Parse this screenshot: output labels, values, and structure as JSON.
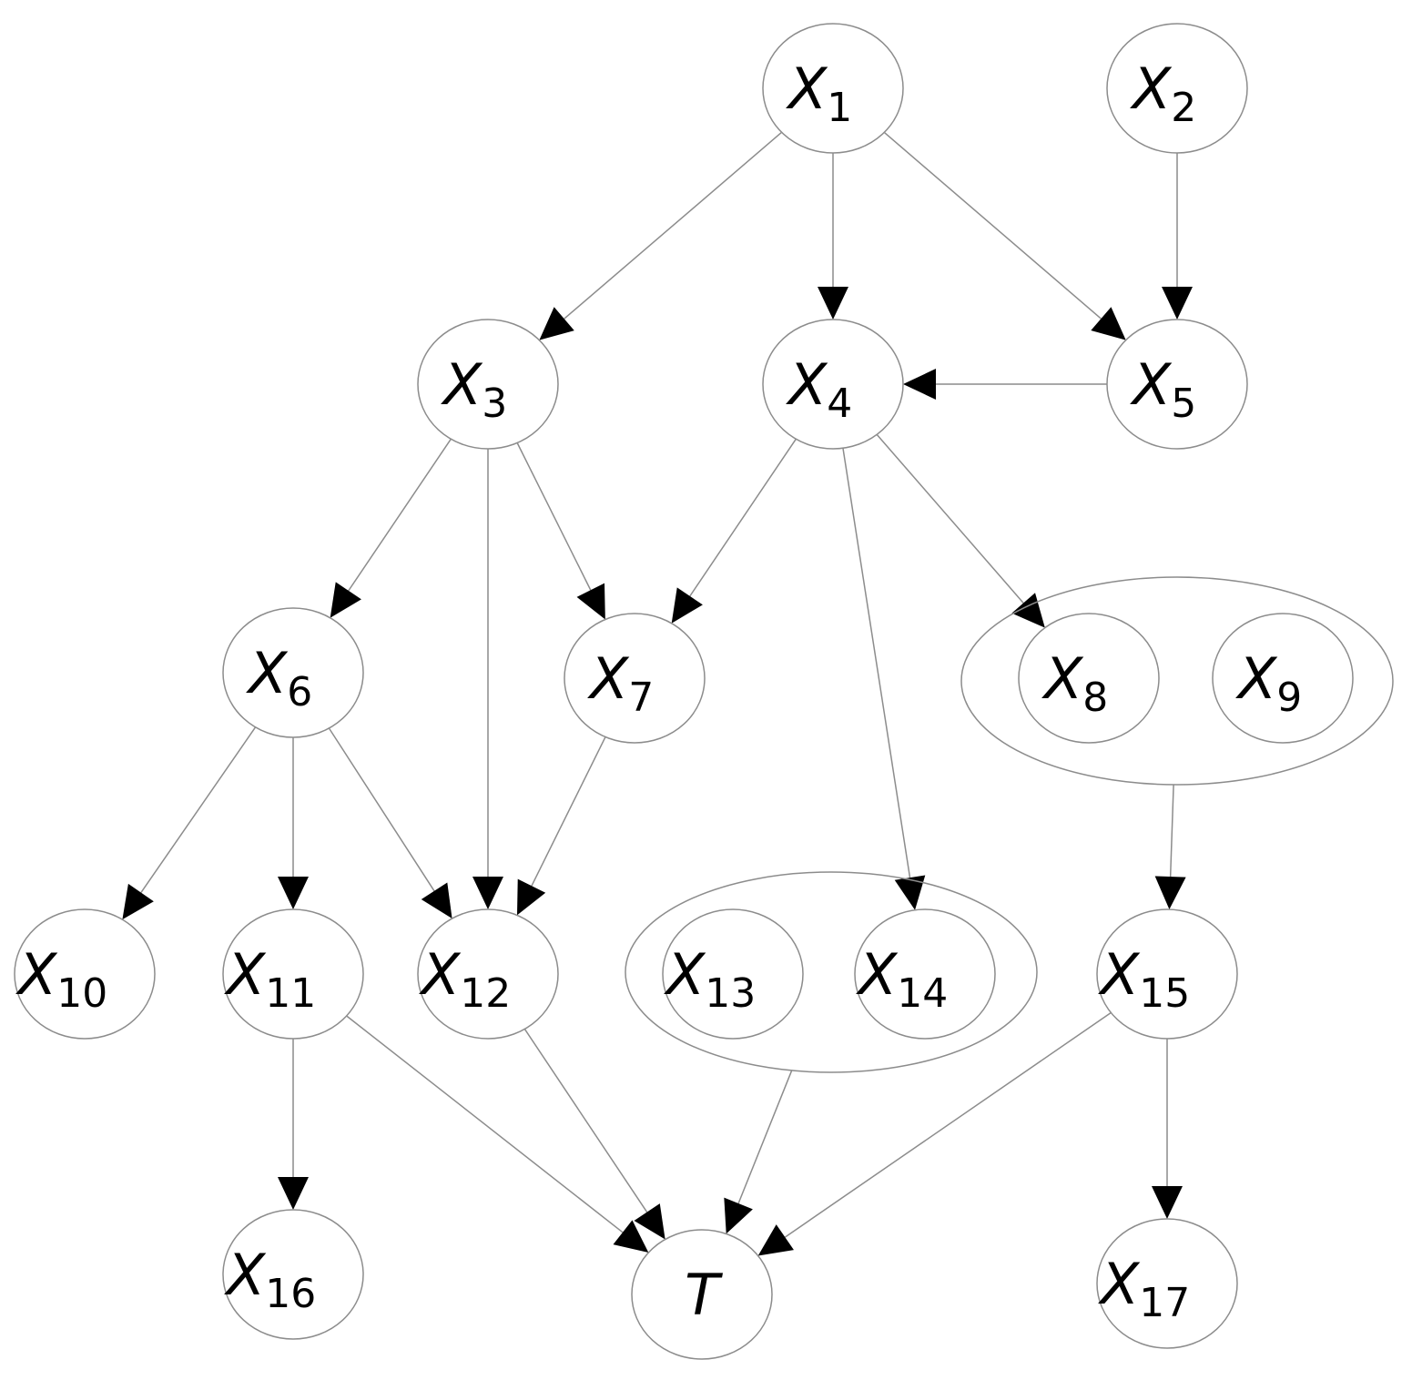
{
  "nodes": [
    {
      "id": "x1",
      "main": "X",
      "sub": "1"
    },
    {
      "id": "x2",
      "main": "X",
      "sub": "2"
    },
    {
      "id": "x3",
      "main": "X",
      "sub": "3"
    },
    {
      "id": "x4",
      "main": "X",
      "sub": "4"
    },
    {
      "id": "x5",
      "main": "X",
      "sub": "5"
    },
    {
      "id": "x6",
      "main": "X",
      "sub": "6"
    },
    {
      "id": "x7",
      "main": "X",
      "sub": "7"
    },
    {
      "id": "x8",
      "main": "X",
      "sub": "8"
    },
    {
      "id": "x9",
      "main": "X",
      "sub": "9"
    },
    {
      "id": "x10",
      "main": "X",
      "sub": "10"
    },
    {
      "id": "x11",
      "main": "X",
      "sub": "11"
    },
    {
      "id": "x12",
      "main": "X",
      "sub": "12"
    },
    {
      "id": "x13",
      "main": "X",
      "sub": "13"
    },
    {
      "id": "x14",
      "main": "X",
      "sub": "14"
    },
    {
      "id": "x15",
      "main": "X",
      "sub": "15"
    },
    {
      "id": "x16",
      "main": "X",
      "sub": "16"
    },
    {
      "id": "x17",
      "main": "X",
      "sub": "17"
    },
    {
      "id": "t",
      "main": "T",
      "sub": ""
    }
  ],
  "groups": [
    {
      "id": "g89",
      "members": [
        "x8",
        "x9"
      ]
    },
    {
      "id": "g1314",
      "members": [
        "x13",
        "x14"
      ]
    }
  ],
  "edges": [
    {
      "from": "x1",
      "to": "x3"
    },
    {
      "from": "x1",
      "to": "x4"
    },
    {
      "from": "x1",
      "to": "x5"
    },
    {
      "from": "x2",
      "to": "x5"
    },
    {
      "from": "x5",
      "to": "x4"
    },
    {
      "from": "x3",
      "to": "x6"
    },
    {
      "from": "x3",
      "to": "x12"
    },
    {
      "from": "x3",
      "to": "x7"
    },
    {
      "from": "x4",
      "to": "x7"
    },
    {
      "from": "x4",
      "to": "x14"
    },
    {
      "from": "x4",
      "to": "x8"
    },
    {
      "from": "x6",
      "to": "x10"
    },
    {
      "from": "x6",
      "to": "x11"
    },
    {
      "from": "x6",
      "to": "x12"
    },
    {
      "from": "x7",
      "to": "x12"
    },
    {
      "from": "g89",
      "to": "x15"
    },
    {
      "from": "x11",
      "to": "x16"
    },
    {
      "from": "x11",
      "to": "t"
    },
    {
      "from": "x12",
      "to": "t"
    },
    {
      "from": "g1314",
      "to": "t"
    },
    {
      "from": "x15",
      "to": "t"
    },
    {
      "from": "x15",
      "to": "x17"
    }
  ]
}
